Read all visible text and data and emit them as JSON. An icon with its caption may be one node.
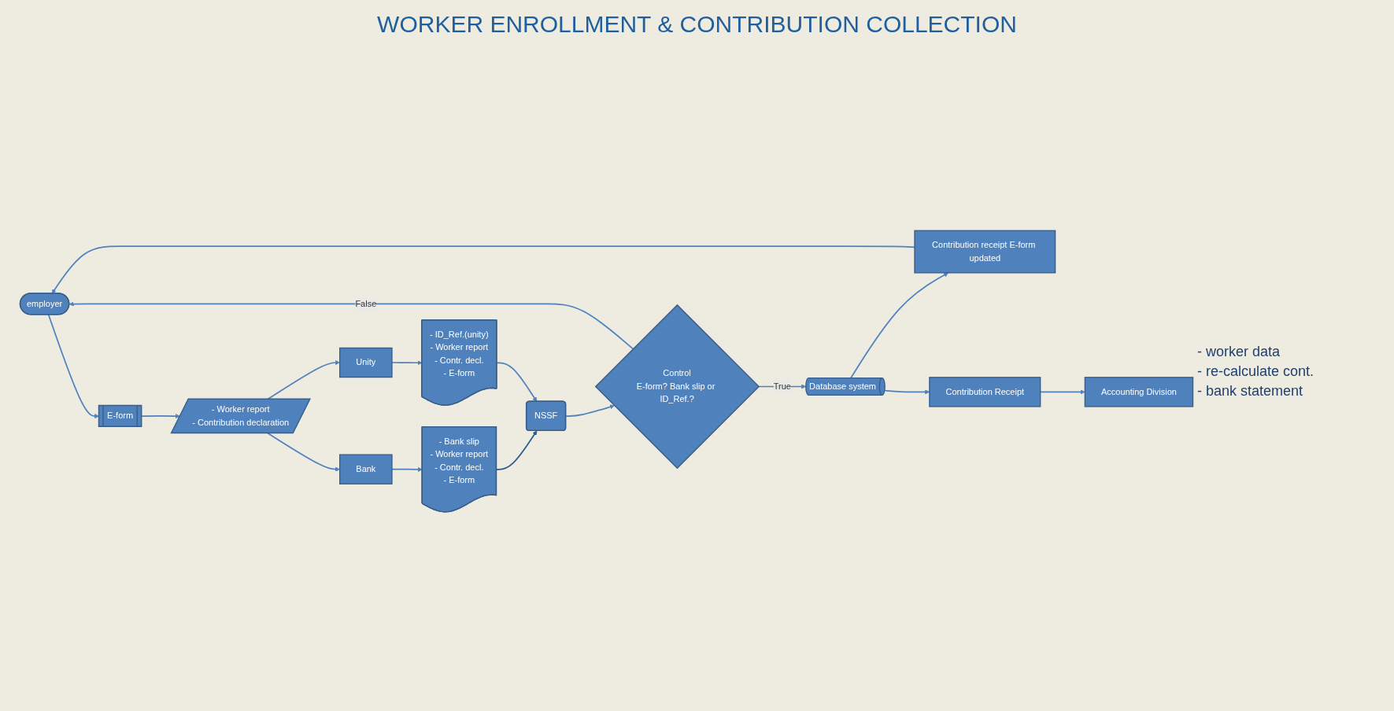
{
  "diagram": {
    "title": "WORKER ENROLLMENT & CONTRIBUTION COLLECTION",
    "nodes": [
      {
        "text": [
          "employer"
        ]
      },
      {
        "text": [
          "E-form"
        ]
      },
      {
        "text": [
          "- Worker report",
          "- Contribution declaration"
        ]
      },
      {
        "text": [
          "Bank"
        ]
      },
      {
        "text": [
          "- Bank slip",
          "- Worker report",
          "- Contr. decl.",
          "- E-form"
        ]
      },
      {
        "text": [
          "Unity"
        ]
      },
      {
        "text": [
          "- ID_Ref.(unity)",
          "- Worker report",
          "- Contr. decl.",
          "- E-form"
        ]
      },
      {
        "text": [
          "NSSF"
        ]
      },
      {
        "text": [
          "Control",
          "E-form? Bank slip or ID_Ref.?"
        ]
      },
      {
        "text": [
          "Database system"
        ]
      },
      {
        "text": [
          "Contribution receipt E-form updated"
        ]
      },
      {
        "text": [
          "Contribution Receipt"
        ]
      },
      {
        "text": [
          "Accounting Division"
        ]
      }
    ],
    "edges": [
      {
        "from": 0,
        "to": 1,
        "arrow": "to"
      },
      {
        "from": 1,
        "to": 2,
        "arrow": "to"
      },
      {
        "from": 2,
        "to": 3,
        "arrow": "to"
      },
      {
        "from": 2,
        "to": 5,
        "arrow": "to"
      },
      {
        "from": 3,
        "to": 4,
        "arrow": "to"
      },
      {
        "from": 5,
        "to": 6,
        "arrow": "to"
      },
      {
        "from": 4,
        "to": 7,
        "arrow": "to",
        "color": "#2c5a8c"
      },
      {
        "from": 6,
        "to": 7,
        "arrow": "to"
      },
      {
        "from": 7,
        "to": 8,
        "arrow": "to"
      },
      {
        "from": 8,
        "to": 0,
        "arrow": "to",
        "label": "False"
      },
      {
        "from": 8,
        "to": 9,
        "arrow": "to",
        "label": "True"
      },
      {
        "from": 9,
        "to": 10,
        "arrow": "to"
      },
      {
        "from": 10,
        "to": 0,
        "arrow": "to"
      },
      {
        "from": 9,
        "to": 11,
        "arrow": "to"
      },
      {
        "from": 11,
        "to": 12,
        "arrow": "to"
      }
    ],
    "labels": [
      "- worker data",
      "- re-calculate cont.",
      "- bank statement"
    ]
  }
}
